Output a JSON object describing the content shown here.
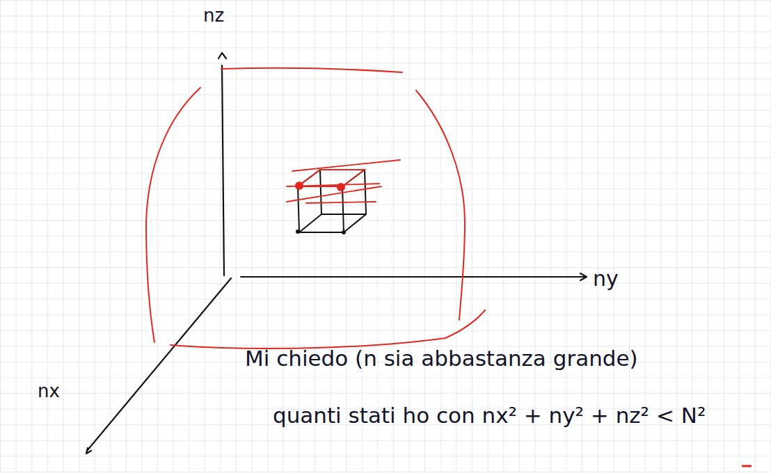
{
  "diagram": {
    "labels": [
      "nz",
      "ny",
      "nx",
      "Mi chiedo (n sia abbastanza grande)",
      "quanti stati ho con nx² + ny² + nz² < N²"
    ]
  }
}
